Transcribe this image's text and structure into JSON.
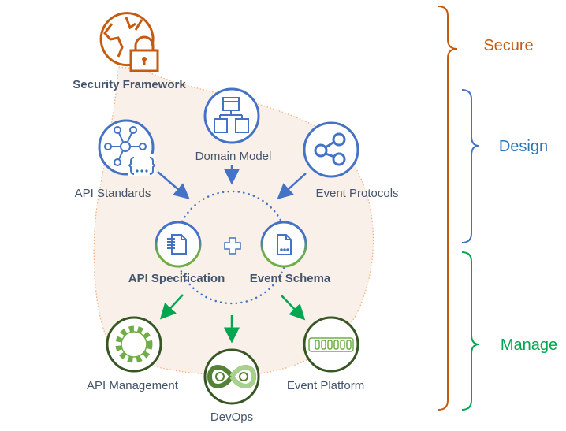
{
  "nodes": {
    "security": "Security Framework",
    "domain_model": "Domain Model",
    "api_standards": "API Standards",
    "event_protocols": "Event Protocols",
    "api_specification": "API Specification",
    "event_schema": "Event Schema",
    "api_management": "API Management",
    "devops": "DevOps",
    "event_platform": "Event Platform"
  },
  "brackets": {
    "secure": "Secure",
    "design": "Design",
    "manage": "Manage"
  },
  "colors": {
    "secure": "#c55a11",
    "design": "#4472c4",
    "manage": "#00a650",
    "manage_dark": "#375623",
    "label": "#44546a",
    "blob_fill": "#f9f0ea",
    "blob_outline": "#f4b183",
    "arrow_blue": "#4472c4",
    "arrow_green": "#00a650"
  }
}
